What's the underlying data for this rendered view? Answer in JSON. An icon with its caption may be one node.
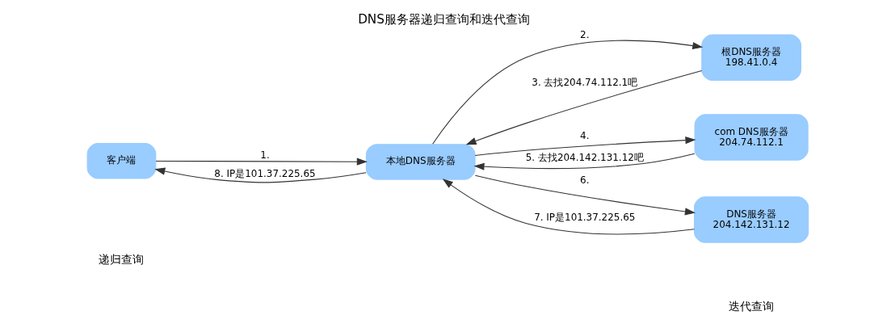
{
  "diagram": {
    "title": "DNS服务器递归查询和迭代查询",
    "nodes": [
      {
        "text": [
          "客户端"
        ]
      },
      {
        "text": [
          "本地DNS服务器"
        ]
      },
      {
        "text": [
          "根DNS服务器",
          "198.41.0.4"
        ]
      },
      {
        "text": [
          "com DNS服务器",
          "204.74.112.1"
        ]
      },
      {
        "text": [
          "DNS服务器",
          "204.142.131.12"
        ]
      }
    ],
    "edges": [
      {
        "from": 0,
        "to": 1,
        "arrow": "to",
        "label": "1."
      },
      {
        "from": 1,
        "to": 0,
        "arrow": "to",
        "label": "8. IP是101.37.225.65"
      },
      {
        "from": 1,
        "to": 2,
        "arrow": "to",
        "label": "2."
      },
      {
        "from": 2,
        "to": 1,
        "arrow": "to",
        "label": "3. 去找204.74.112.1吧"
      },
      {
        "from": 1,
        "to": 3,
        "arrow": "to",
        "label": "4."
      },
      {
        "from": 3,
        "to": 1,
        "arrow": "to",
        "label": "5. 去找204.142.131.12吧"
      },
      {
        "from": 1,
        "to": 4,
        "arrow": "to",
        "label": "6."
      },
      {
        "from": 4,
        "to": 1,
        "arrow": "to",
        "label": "7. IP是101.37.225.65"
      }
    ],
    "labels": [
      "递归查询",
      "迭代查询"
    ]
  }
}
